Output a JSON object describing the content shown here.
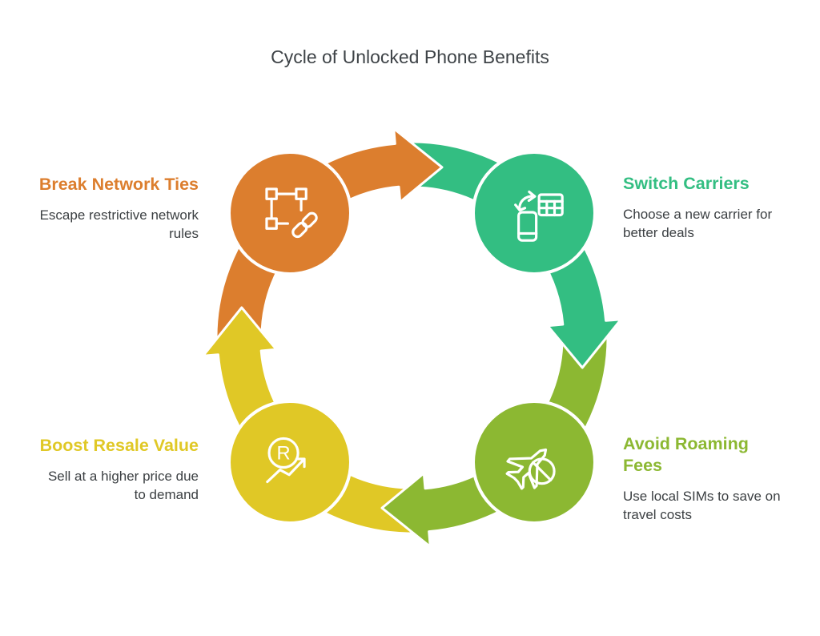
{
  "title": "Cycle of Unlocked Phone Benefits",
  "text_color": "#3C4043",
  "background_color": "#FFFFFF",
  "cycle": {
    "type": "circular-flow-diagram",
    "direction": "clockwise",
    "nodes": [
      {
        "label": "Break Network Ties",
        "description": "Escape restrictive network rules",
        "color": "#DC7E2E",
        "icon": "unlink-selection-icon",
        "position": "top-left"
      },
      {
        "label": "Switch Carriers",
        "description": "Choose a new carrier for better deals",
        "color": "#33BE82",
        "icon": "phone-carrier-swap-icon",
        "position": "top-right"
      },
      {
        "label": "Avoid Roaming Fees",
        "description": "Use local SIMs to save on travel costs",
        "color": "#8CB832",
        "icon": "no-roaming-plane-icon",
        "position": "bottom-right"
      },
      {
        "label": "Boost Resale Value",
        "description": "Sell at a higher price due to demand",
        "color": "#E0C826",
        "icon": "resale-trend-icon",
        "position": "bottom-left"
      }
    ]
  }
}
